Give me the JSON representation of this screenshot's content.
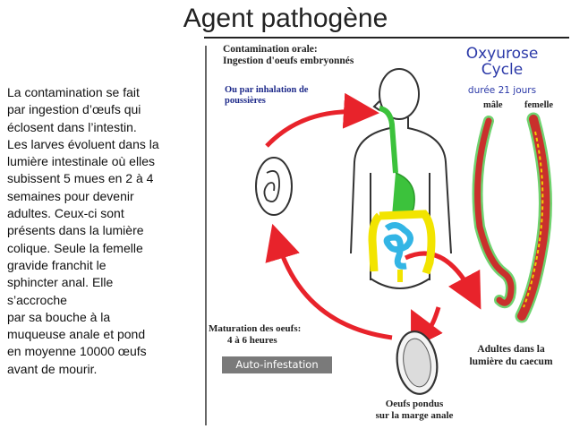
{
  "title": "Agent pathogène",
  "body_lines": [
    "La contamination se fait",
    "par ingestion d’œufs qui",
    "éclosent dans l’intestin.",
    "Les larves évoluent dans la",
    "lumière intestinale où elles",
    "subissent 5 mues en 2 à 4",
    "semaines pour devenir",
    "adultes. Ceux-ci sont",
    "présents dans la lumière",
    "colique. Seule la femelle",
    "gravide franchit le",
    "sphincter anal. Elle",
    "s’accroche",
    "par sa bouche à la",
    "muqueuse anale et pond",
    "en moyenne 10000 œufs",
    "avant de mourir."
  ],
  "diagram": {
    "contamination_line1": "Contamination orale:",
    "contamination_line2": "Ingestion d'oeufs embryonnés",
    "inhalation_line1": "Ou par inhalation de",
    "inhalation_line2": "poussières",
    "cycle_title_line1": "Oxyurose",
    "cycle_title_line2": "Cycle",
    "duration": "durée 21 jours",
    "male": "mâle",
    "female": "femelle",
    "maturation_line1": "Maturation des oeufs:",
    "maturation_line2": "4 à 6 heures",
    "auto_infestation": "Auto-infestation",
    "adults_line1": "Adultes dans la",
    "adults_line2": "lumière du caecum",
    "eggs_line1": "Oeufs pondus",
    "eggs_line2": "sur la marge anale"
  },
  "colors": {
    "arrow": "#e8232b",
    "digestive_tract": "#3cc23c",
    "stomach_colon": "#f2e400",
    "small_intestine": "#33b5e5",
    "worm_body": "#c9302c",
    "worm_outline": "#6fd36f",
    "worm_inner": "#f0d000",
    "auto_infestation_box": "#7a7a7a",
    "cycle_title": "#2b39a8"
  }
}
